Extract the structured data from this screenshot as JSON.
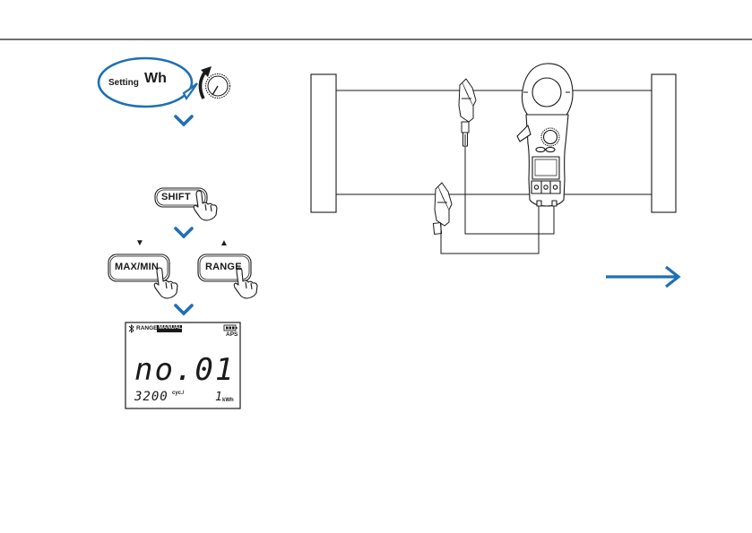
{
  "setting_bubble": {
    "label_small": "Setting",
    "label_large": "Wh"
  },
  "keys": {
    "shift": "SHIFT",
    "maxmin": "MAX/MIN",
    "range": "RANGE",
    "maxmin_indicator": "▼",
    "range_indicator": "▲"
  },
  "lcd": {
    "range_label": "RANGE",
    "manual_label": "MANUAL",
    "aps_label": "APS",
    "main_reading": "no.01",
    "sub_reading": "3200",
    "sub_unit": "cyc./",
    "sub_value_right": "1",
    "sub_unit_right": "kWh"
  },
  "colors": {
    "accent_blue": "#1e6fb8",
    "line": "#1a1a1a"
  }
}
